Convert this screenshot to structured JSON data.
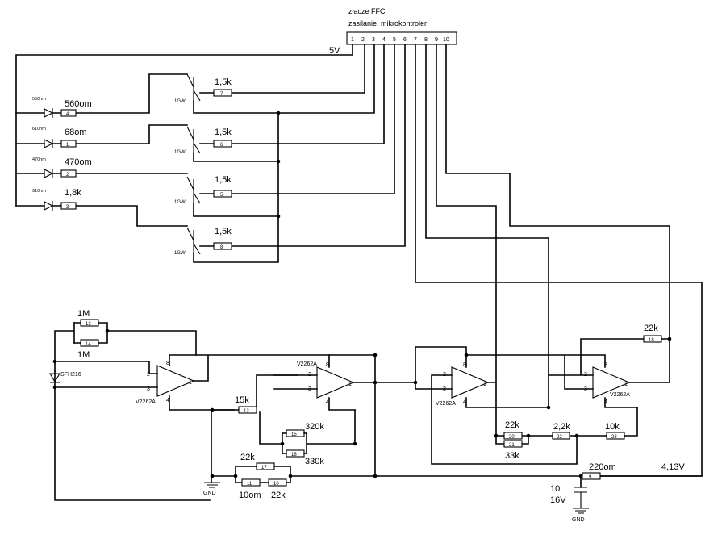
{
  "connector": {
    "title": "złącze FFC",
    "subtitle": "zasilanie, mikrokontroler",
    "pins": [
      "1",
      "2",
      "3",
      "4",
      "5",
      "6",
      "7",
      "8",
      "9",
      "10"
    ]
  },
  "rails": {
    "vcc": "5V",
    "vref": "4,13V",
    "gnd": "GND"
  },
  "leds": [
    {
      "wavelength": "550nm",
      "resistor": "4",
      "value": "560om"
    },
    {
      "wavelength": "610nm",
      "resistor": "1",
      "value": "68om"
    },
    {
      "wavelength": "470nm",
      "resistor": "2",
      "value": "470om"
    },
    {
      "wavelength": "910nm",
      "resistor": "3",
      "value": "1,8k"
    }
  ],
  "transistors": [
    {
      "label": "1GW",
      "resistor": "7",
      "value": "1,5k"
    },
    {
      "label": "1GW",
      "resistor": "6",
      "value": "1,5k"
    },
    {
      "label": "1GW",
      "resistor": "5",
      "value": "1,5k"
    },
    {
      "label": "1GW",
      "resistor": "8",
      "value": "1,5k"
    }
  ],
  "photodiode": "SFH216",
  "opamps": [
    {
      "name": "V2262A",
      "inv": "2",
      "noninv": "3",
      "out": "1",
      "vp": "8",
      "vn": "4"
    },
    {
      "name": "V2262A",
      "inv": "2",
      "noninv": "3",
      "out": "1",
      "vp": "8",
      "vn": "4"
    },
    {
      "name": "V2262A",
      "inv": "2",
      "noninv": "3",
      "out": "1",
      "vp": "8",
      "vn": "4"
    },
    {
      "name": "V2262A",
      "inv": "2",
      "noninv": "3",
      "out": "1",
      "vp": "8",
      "vn": "4"
    }
  ],
  "resistors": {
    "r13": {
      "ref": "13",
      "value": "1M"
    },
    "r14": {
      "ref": "14",
      "value": "1M"
    },
    "r12": {
      "ref": "12",
      "value": "15k"
    },
    "r15": {
      "ref": "15",
      "value": "320k"
    },
    "r16": {
      "ref": "16",
      "value": "330k"
    },
    "r17": {
      "ref": "17",
      "value": "22k"
    },
    "r11": {
      "ref": "11",
      "value": "10om"
    },
    "r10": {
      "ref": "10",
      "value": "22k"
    },
    "r20": {
      "ref": "20",
      "value": "22k"
    },
    "r21": {
      "ref": "21",
      "value": "33k"
    },
    "r22": {
      "ref": "22",
      "value": "2,2k"
    },
    "r23": {
      "ref": "23",
      "value": "10k"
    },
    "r18": {
      "ref": "18",
      "value": "22k"
    },
    "r9": {
      "ref": "9",
      "value": "220om"
    }
  },
  "capacitor": {
    "value": "10",
    "voltage": "16V"
  }
}
